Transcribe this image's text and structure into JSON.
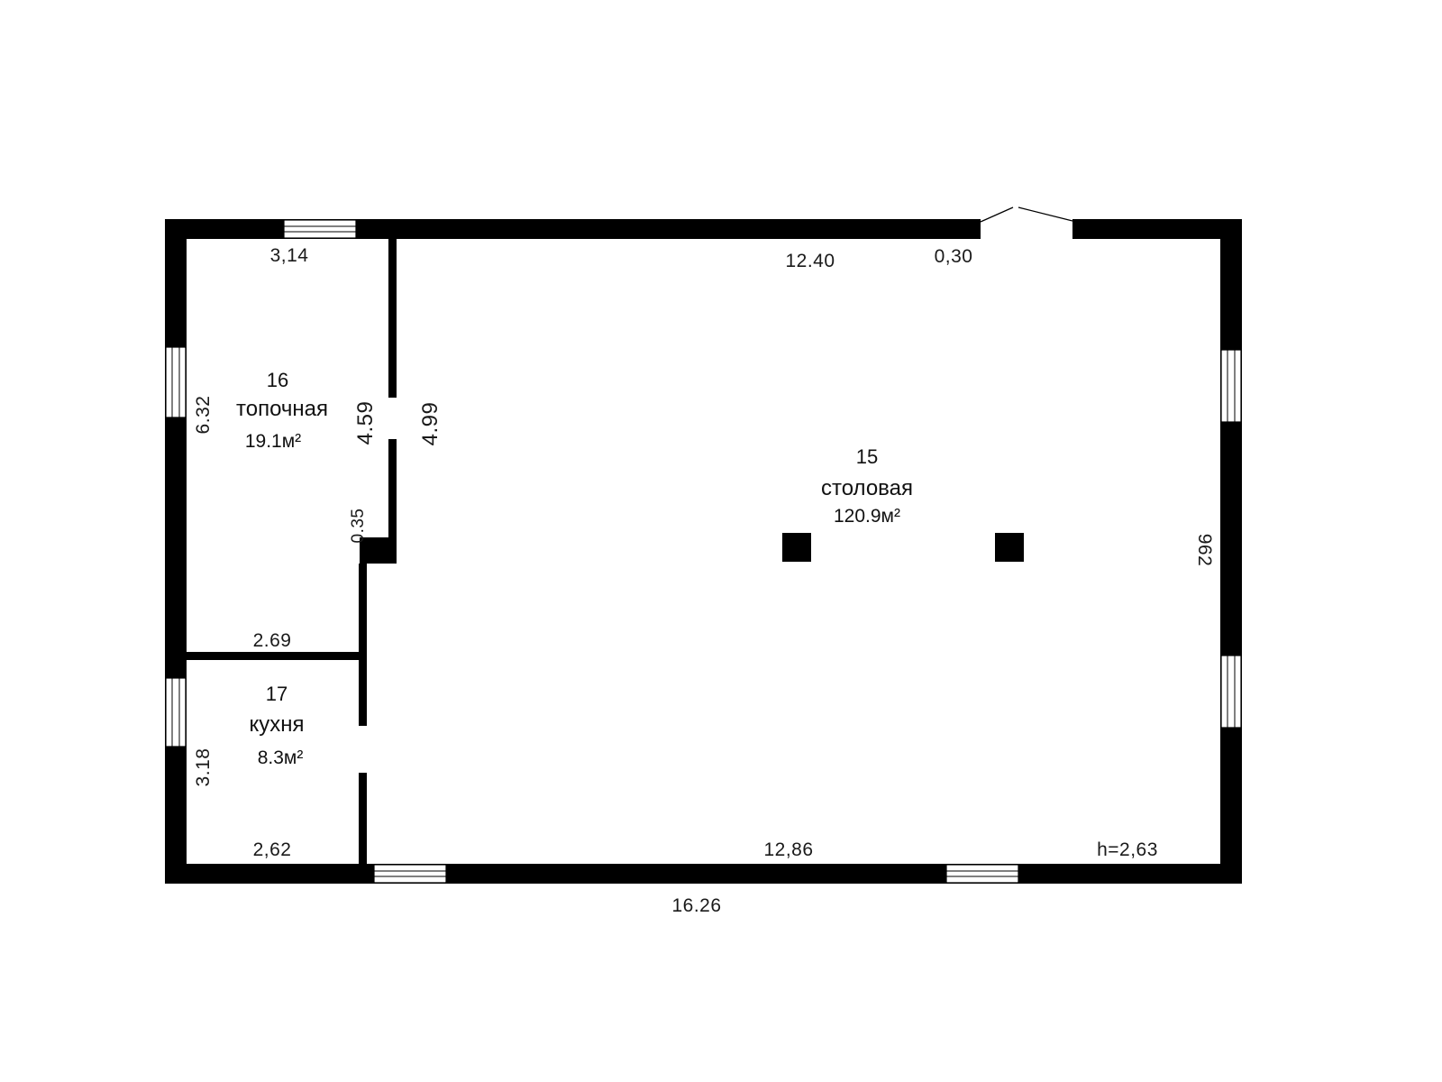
{
  "rooms": [
    {
      "id": "15",
      "number": "15",
      "name": "столовая",
      "area": "120.9м²"
    },
    {
      "id": "16",
      "number": "16",
      "name": "топочная",
      "area": "19.1м²"
    },
    {
      "id": "17",
      "number": "17",
      "name": "кухня",
      "area": "8.3м²"
    }
  ],
  "dimensions": {
    "top_left": "3,14",
    "top_main": "12.40",
    "top_door_gap": "0,30",
    "left_upper": "6.32",
    "partition_inner": "4.59",
    "partition_outer": "4.99",
    "step": "0.35",
    "mid_left": "2.69",
    "left_lower": "3.18",
    "bottom_left": "2,62",
    "bottom_main": "12,86",
    "ceiling_height": "h=2,63",
    "overall_width": "16.26",
    "right_side": "962"
  }
}
